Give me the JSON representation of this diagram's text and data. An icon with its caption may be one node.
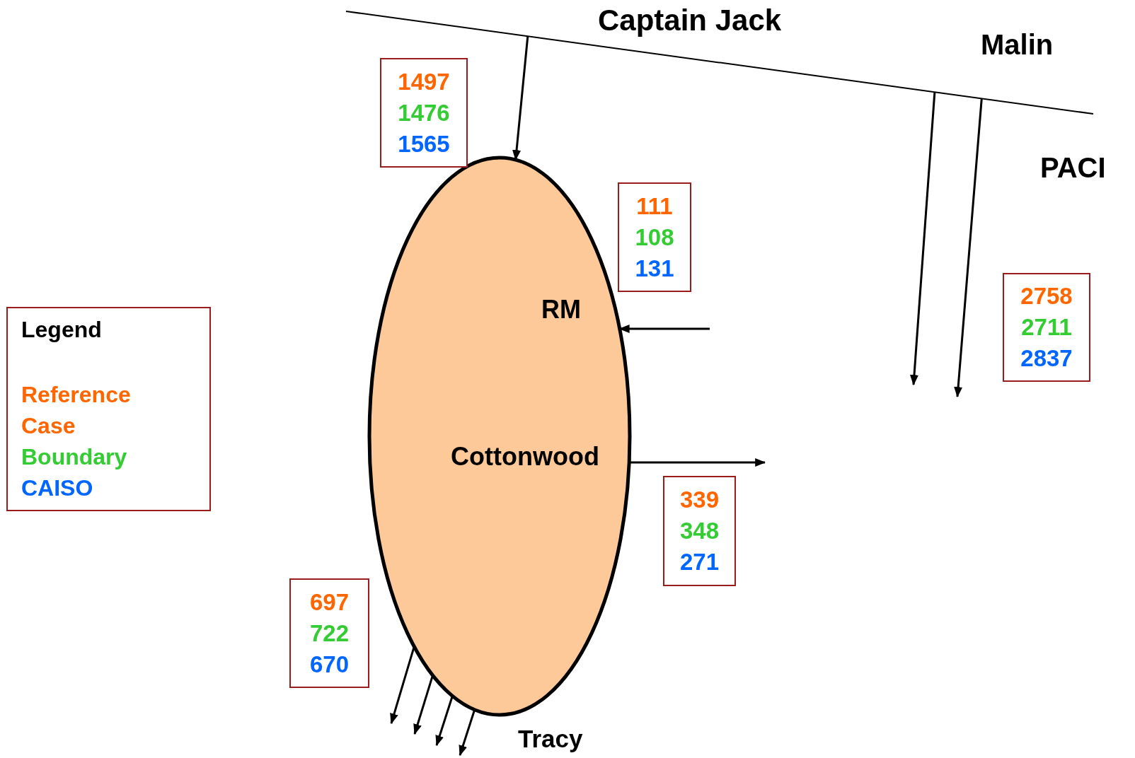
{
  "diagram": {
    "nodes": [
      {
        "text": [
          "RM",
          "Cottonwood"
        ],
        "beside": [
          "Tracy"
        ]
      },
      {
        "text": [],
        "shape": "line"
      },
      {
        "text": [
          "1497",
          "1476",
          "1565"
        ]
      },
      {
        "text": [
          "111",
          "108",
          "131"
        ]
      },
      {
        "text": [
          "2758",
          "2711",
          "2837"
        ]
      },
      {
        "text": [
          "339",
          "348",
          "271"
        ]
      },
      {
        "text": [
          "697",
          "722",
          "670"
        ]
      }
    ],
    "edges": [
      {
        "from": 1,
        "to": 0,
        "arrow": "to"
      },
      {
        "from": 1,
        "to": null,
        "arrow": "to"
      },
      {
        "from": 1,
        "to": null,
        "arrow": "to"
      },
      {
        "from": null,
        "to": 0,
        "arrow": "to"
      },
      {
        "from": 0,
        "to": null,
        "arrow": "to"
      },
      {
        "from": 0,
        "to": null,
        "arrow": "to"
      },
      {
        "from": 0,
        "to": null,
        "arrow": "to"
      },
      {
        "from": 0,
        "to": null,
        "arrow": "to"
      },
      {
        "from": 0,
        "to": null,
        "arrow": "to"
      }
    ],
    "labels": [
      "Captain Jack",
      "Malin",
      "PACI",
      "Legend"
    ],
    "legend": [
      {
        "text": "Reference Case",
        "color": "#ff6600"
      },
      {
        "text": "Boundary",
        "color": "#33cc33"
      },
      {
        "text": "CAISO",
        "color": "#0066ff"
      }
    ]
  }
}
